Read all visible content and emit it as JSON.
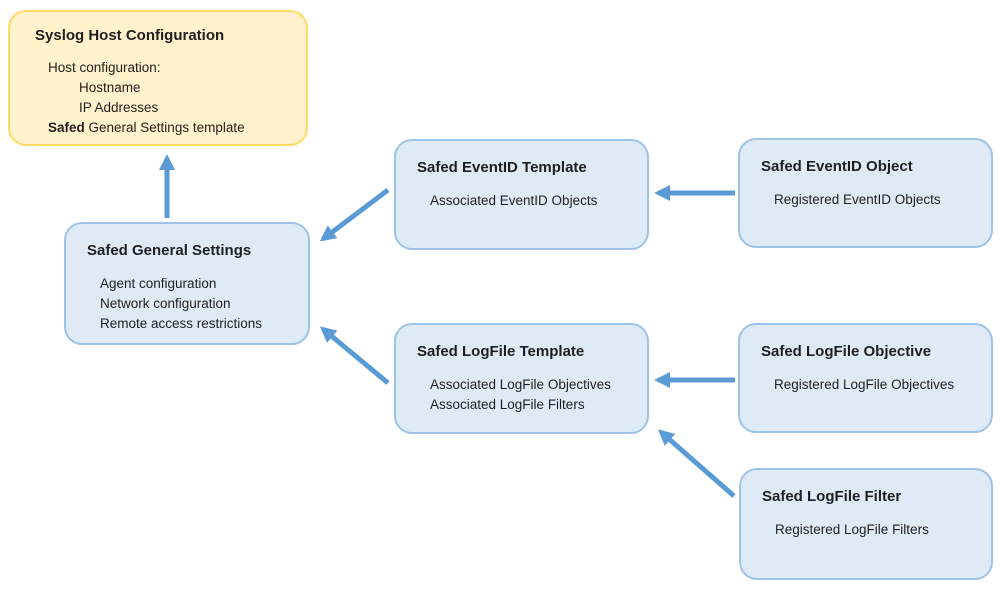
{
  "colors": {
    "arrow": "#5B9BD5",
    "yellow_fill": "#FFF2CC",
    "yellow_border": "#FFD966",
    "blue_fill": "#DEEBF7",
    "blue_border": "#9DC3E6",
    "text": "#1F1F1F"
  },
  "nodes": {
    "syslog_host": {
      "title": "Syslog Host Configuration",
      "lines": [
        "Host configuration:",
        "Hostname",
        "IP Addresses"
      ],
      "line_bold": "Safed",
      "line_bold_rest": " General Settings template"
    },
    "general_settings": {
      "title": "Safed General Settings",
      "lines": [
        "Agent configuration",
        "Network configuration",
        "Remote access restrictions"
      ]
    },
    "eventid_template": {
      "title": "Safed EventID Template",
      "lines": [
        "Associated EventID Objects"
      ]
    },
    "eventid_object": {
      "title": "Safed EventID Object",
      "lines": [
        "Registered EventID Objects"
      ]
    },
    "logfile_template": {
      "title": "Safed LogFile Template",
      "lines": [
        "Associated LogFile Objectives",
        "Associated LogFile Filters"
      ]
    },
    "logfile_objective": {
      "title": "Safed LogFile Objective",
      "lines": [
        "Registered LogFile Objectives"
      ]
    },
    "logfile_filter": {
      "title": "Safed LogFile Filter",
      "lines": [
        "Registered LogFile Filters"
      ]
    }
  },
  "edges": [
    {
      "from": "general_settings",
      "to": "syslog_host"
    },
    {
      "from": "eventid_template",
      "to": "general_settings"
    },
    {
      "from": "eventid_object",
      "to": "eventid_template"
    },
    {
      "from": "logfile_template",
      "to": "general_settings"
    },
    {
      "from": "logfile_objective",
      "to": "logfile_template"
    },
    {
      "from": "logfile_filter",
      "to": "logfile_template"
    }
  ]
}
